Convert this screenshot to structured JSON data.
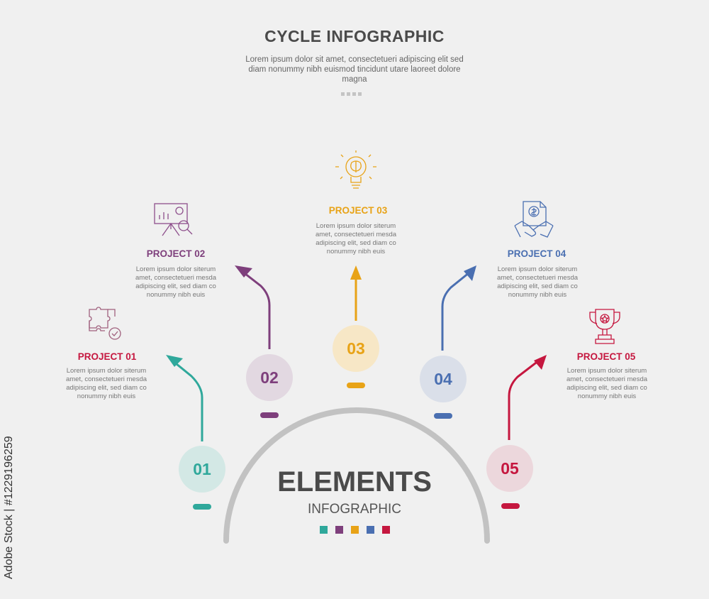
{
  "header": {
    "title": "CYCLE INFOGRAPHIC",
    "subtitle": "Lorem ipsum dolor sit amet, consectetueri adipiscing elit sed diam nonummy nibh euismod tincidunt utare laoreet dolore magna"
  },
  "center": {
    "title": "ELEMENTS",
    "subtitle": "INFOGRAPHIC"
  },
  "projects": [
    {
      "number": "01",
      "title": "PROJECT 01",
      "desc": "Lorem ipsum dolor siterum amet, consectetueri mesda adipiscing elit, sed diam co nonummy nibh euis",
      "color": "#2fa89b",
      "bg": "#d3e8e5",
      "icon": "puzzle-icon"
    },
    {
      "number": "02",
      "title": "PROJECT 02",
      "desc": "Lorem ipsum dolor siterum amet, consectetueri mesda adipiscing elit, sed diam co nonummy nibh euis",
      "color": "#7e3f7c",
      "bg": "#e2d8e1",
      "icon": "presentation-icon"
    },
    {
      "number": "03",
      "title": "PROJECT 03",
      "desc": "Lorem ipsum dolor siterum amet, consectetueri mesda adipiscing elit, sed diam co nonummy nibh euis",
      "color": "#e8a317",
      "bg": "#f7e7c6",
      "icon": "lightbulb-icon"
    },
    {
      "number": "04",
      "title": "PROJECT 04",
      "desc": "Lorem ipsum dolor siterum amet, consectetueri mesda adipiscing elit, sed diam co nonummy nibh euis",
      "color": "#4a6fb1",
      "bg": "#dadfe9",
      "icon": "handshake-icon"
    },
    {
      "number": "05",
      "title": "PROJECT 05",
      "desc": "Lorem ipsum dolor siterum amet, consectetueri mesda adipiscing elit, sed diam co nonummy nibh euis",
      "color": "#c5173f",
      "bg": "#ecd7dc",
      "icon": "trophy-icon"
    }
  ],
  "watermark": "Adobe Stock | #1229196259",
  "colors": {
    "arc": "#c2c2c2",
    "text": "#4a4a4a"
  }
}
